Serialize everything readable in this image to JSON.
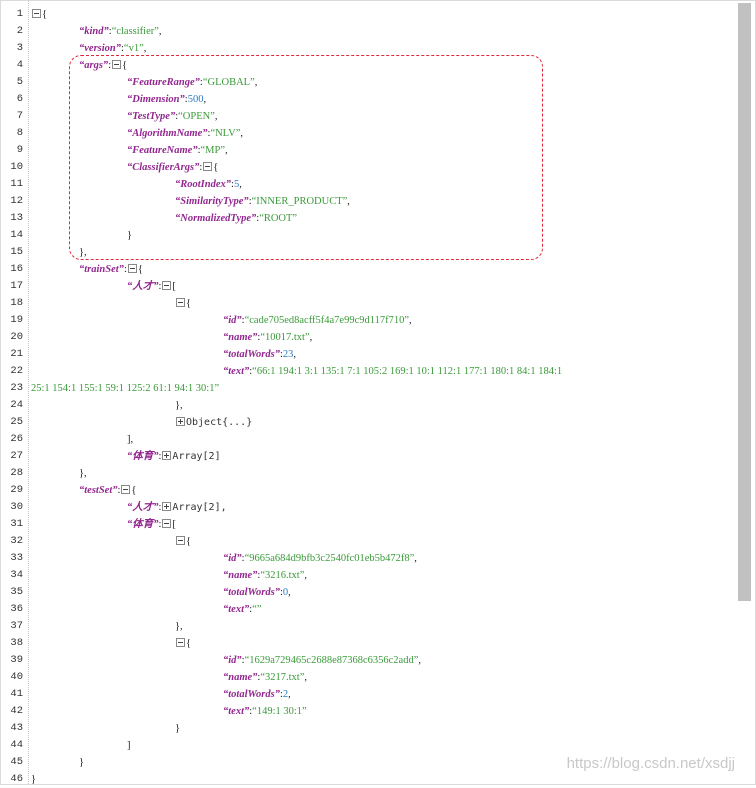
{
  "watermark": "https://blog.csdn.net/xsdjj",
  "colors": {
    "key": "#92278f",
    "string": "#3a9a3a",
    "number": "#2a7ac9",
    "highlight_border": "#e0283a"
  },
  "lines": [
    {
      "n": "1",
      "indent": 0,
      "tokens": [
        {
          "t": "tg",
          "v": "minus"
        },
        {
          "t": "p",
          "v": "{"
        }
      ]
    },
    {
      "n": "2",
      "indent": 1,
      "tokens": [
        {
          "t": "k",
          "v": "“kind”"
        },
        {
          "t": "p",
          "v": ":"
        },
        {
          "t": "s",
          "v": "“classifier”"
        },
        {
          "t": "p",
          "v": ","
        }
      ]
    },
    {
      "n": "3",
      "indent": 1,
      "tokens": [
        {
          "t": "k",
          "v": "“version”"
        },
        {
          "t": "p",
          "v": ":"
        },
        {
          "t": "s",
          "v": "“v1”"
        },
        {
          "t": "p",
          "v": ","
        }
      ]
    },
    {
      "n": "4",
      "indent": 1,
      "tokens": [
        {
          "t": "k",
          "v": "“args”"
        },
        {
          "t": "p",
          "v": ":"
        },
        {
          "t": "tg",
          "v": "minus"
        },
        {
          "t": "p",
          "v": "{"
        }
      ]
    },
    {
      "n": "5",
      "indent": 2,
      "tokens": [
        {
          "t": "k",
          "v": "“FeatureRange”"
        },
        {
          "t": "p",
          "v": ":"
        },
        {
          "t": "s",
          "v": "“GLOBAL”"
        },
        {
          "t": "p",
          "v": ","
        }
      ]
    },
    {
      "n": "6",
      "indent": 2,
      "tokens": [
        {
          "t": "k",
          "v": "“Dimension”"
        },
        {
          "t": "p",
          "v": ":"
        },
        {
          "t": "n",
          "v": "500"
        },
        {
          "t": "p",
          "v": ","
        }
      ]
    },
    {
      "n": "7",
      "indent": 2,
      "tokens": [
        {
          "t": "k",
          "v": "“TestType”"
        },
        {
          "t": "p",
          "v": ":"
        },
        {
          "t": "s",
          "v": "“OPEN”"
        },
        {
          "t": "p",
          "v": ","
        }
      ]
    },
    {
      "n": "8",
      "indent": 2,
      "tokens": [
        {
          "t": "k",
          "v": "“AlgorithmName”"
        },
        {
          "t": "p",
          "v": ":"
        },
        {
          "t": "s",
          "v": "“NLV”"
        },
        {
          "t": "p",
          "v": ","
        }
      ]
    },
    {
      "n": "9",
      "indent": 2,
      "tokens": [
        {
          "t": "k",
          "v": "“FeatureName”"
        },
        {
          "t": "p",
          "v": ":"
        },
        {
          "t": "s",
          "v": "“MP”"
        },
        {
          "t": "p",
          "v": ","
        }
      ]
    },
    {
      "n": "10",
      "indent": 2,
      "tokens": [
        {
          "t": "k",
          "v": "“ClassifierArgs”"
        },
        {
          "t": "p",
          "v": ":"
        },
        {
          "t": "tg",
          "v": "minus"
        },
        {
          "t": "p",
          "v": "{"
        }
      ]
    },
    {
      "n": "11",
      "indent": 3,
      "tokens": [
        {
          "t": "k",
          "v": "“RootIndex”"
        },
        {
          "t": "p",
          "v": ":"
        },
        {
          "t": "n",
          "v": "5"
        },
        {
          "t": "p",
          "v": ","
        }
      ]
    },
    {
      "n": "12",
      "indent": 3,
      "tokens": [
        {
          "t": "k",
          "v": "“SimilarityType”"
        },
        {
          "t": "p",
          "v": ":"
        },
        {
          "t": "s",
          "v": "“INNER_PRODUCT”"
        },
        {
          "t": "p",
          "v": ","
        }
      ]
    },
    {
      "n": "13",
      "indent": 3,
      "tokens": [
        {
          "t": "k",
          "v": "“NormalizedType”"
        },
        {
          "t": "p",
          "v": ":"
        },
        {
          "t": "s",
          "v": "“ROOT”"
        }
      ]
    },
    {
      "n": "14",
      "indent": 2,
      "tokens": [
        {
          "t": "p",
          "v": "}"
        }
      ]
    },
    {
      "n": "15",
      "indent": 1,
      "tokens": [
        {
          "t": "p",
          "v": "},"
        }
      ]
    },
    {
      "n": "16",
      "indent": 1,
      "tokens": [
        {
          "t": "k",
          "v": "“trainSet”"
        },
        {
          "t": "p",
          "v": ":"
        },
        {
          "t": "tg",
          "v": "minus"
        },
        {
          "t": "p",
          "v": "{"
        }
      ]
    },
    {
      "n": "17",
      "indent": 2,
      "tokens": [
        {
          "t": "k",
          "v": "“人才”"
        },
        {
          "t": "p",
          "v": ":"
        },
        {
          "t": "tg",
          "v": "minus"
        },
        {
          "t": "p",
          "v": "["
        }
      ]
    },
    {
      "n": "18",
      "indent": 3,
      "tokens": [
        {
          "t": "tg",
          "v": "minus"
        },
        {
          "t": "p",
          "v": "{"
        }
      ]
    },
    {
      "n": "19",
      "indent": 4,
      "tokens": [
        {
          "t": "k",
          "v": "“id”"
        },
        {
          "t": "p",
          "v": ":"
        },
        {
          "t": "s",
          "v": "“cade705ed8acff5f4a7e99c9d117f710”"
        },
        {
          "t": "p",
          "v": ","
        }
      ]
    },
    {
      "n": "20",
      "indent": 4,
      "tokens": [
        {
          "t": "k",
          "v": "“name”"
        },
        {
          "t": "p",
          "v": ":"
        },
        {
          "t": "s",
          "v": "“10017.txt”"
        },
        {
          "t": "p",
          "v": ","
        }
      ]
    },
    {
      "n": "21",
      "indent": 4,
      "tokens": [
        {
          "t": "k",
          "v": "“totalWords”"
        },
        {
          "t": "p",
          "v": ":"
        },
        {
          "t": "n",
          "v": "23"
        },
        {
          "t": "p",
          "v": ","
        }
      ]
    },
    {
      "n": "22",
      "indent": 4,
      "tokens": [
        {
          "t": "k",
          "v": "“text”"
        },
        {
          "t": "p",
          "v": ":"
        },
        {
          "t": "s",
          "v": "“66:1 194:1 3:1 135:1 7:1 105:2 169:1 10:1 112:1 177:1 180:1 84:1 184:1"
        }
      ]
    },
    {
      "n": "23",
      "indent": -1,
      "tokens": [
        {
          "t": "s",
          "v": "25:1 154:1 155:1 59:1 125:2 61:1 94:1 30:1”"
        }
      ]
    },
    {
      "n": "24",
      "indent": 3,
      "tokens": [
        {
          "t": "p",
          "v": "},"
        }
      ]
    },
    {
      "n": "25",
      "indent": 3,
      "tokens": [
        {
          "t": "tg",
          "v": "plus"
        },
        {
          "t": "t",
          "v": "Object{...}"
        }
      ]
    },
    {
      "n": "26",
      "indent": 2,
      "tokens": [
        {
          "t": "p",
          "v": "],"
        }
      ]
    },
    {
      "n": "27",
      "indent": 2,
      "tokens": [
        {
          "t": "k",
          "v": "“体育”"
        },
        {
          "t": "p",
          "v": ":"
        },
        {
          "t": "tg",
          "v": "plus"
        },
        {
          "t": "t",
          "v": "Array[2]"
        }
      ]
    },
    {
      "n": "28",
      "indent": 1,
      "tokens": [
        {
          "t": "p",
          "v": "},"
        }
      ]
    },
    {
      "n": "29",
      "indent": 1,
      "tokens": [
        {
          "t": "k",
          "v": "“testSet”"
        },
        {
          "t": "p",
          "v": ":"
        },
        {
          "t": "tg",
          "v": "minus"
        },
        {
          "t": "p",
          "v": "{"
        }
      ]
    },
    {
      "n": "30",
      "indent": 2,
      "tokens": [
        {
          "t": "k",
          "v": "“人才”"
        },
        {
          "t": "p",
          "v": ":"
        },
        {
          "t": "tg",
          "v": "plus"
        },
        {
          "t": "t",
          "v": "Array[2],"
        }
      ]
    },
    {
      "n": "31",
      "indent": 2,
      "tokens": [
        {
          "t": "k",
          "v": "“体育”"
        },
        {
          "t": "p",
          "v": ":"
        },
        {
          "t": "tg",
          "v": "minus"
        },
        {
          "t": "p",
          "v": "["
        }
      ]
    },
    {
      "n": "32",
      "indent": 3,
      "tokens": [
        {
          "t": "tg",
          "v": "minus"
        },
        {
          "t": "p",
          "v": "{"
        }
      ]
    },
    {
      "n": "33",
      "indent": 4,
      "tokens": [
        {
          "t": "k",
          "v": "“id”"
        },
        {
          "t": "p",
          "v": ":"
        },
        {
          "t": "s",
          "v": "“9665a684d9bfb3c2540fc01eb5b472f8”"
        },
        {
          "t": "p",
          "v": ","
        }
      ]
    },
    {
      "n": "34",
      "indent": 4,
      "tokens": [
        {
          "t": "k",
          "v": "“name”"
        },
        {
          "t": "p",
          "v": ":"
        },
        {
          "t": "s",
          "v": "“3216.txt”"
        },
        {
          "t": "p",
          "v": ","
        }
      ]
    },
    {
      "n": "35",
      "indent": 4,
      "tokens": [
        {
          "t": "k",
          "v": "“totalWords”"
        },
        {
          "t": "p",
          "v": ":"
        },
        {
          "t": "n",
          "v": "0"
        },
        {
          "t": "p",
          "v": ","
        }
      ]
    },
    {
      "n": "36",
      "indent": 4,
      "tokens": [
        {
          "t": "k",
          "v": "“text”"
        },
        {
          "t": "p",
          "v": ":"
        },
        {
          "t": "s",
          "v": "“”"
        }
      ]
    },
    {
      "n": "37",
      "indent": 3,
      "tokens": [
        {
          "t": "p",
          "v": "},"
        }
      ]
    },
    {
      "n": "38",
      "indent": 3,
      "tokens": [
        {
          "t": "tg",
          "v": "minus"
        },
        {
          "t": "p",
          "v": "{"
        }
      ]
    },
    {
      "n": "39",
      "indent": 4,
      "tokens": [
        {
          "t": "k",
          "v": "“id”"
        },
        {
          "t": "p",
          "v": ":"
        },
        {
          "t": "s",
          "v": "“1629a729465c2688e87368c6356c2add”"
        },
        {
          "t": "p",
          "v": ","
        }
      ]
    },
    {
      "n": "40",
      "indent": 4,
      "tokens": [
        {
          "t": "k",
          "v": "“name”"
        },
        {
          "t": "p",
          "v": ":"
        },
        {
          "t": "s",
          "v": "“3217.txt”"
        },
        {
          "t": "p",
          "v": ","
        }
      ]
    },
    {
      "n": "41",
      "indent": 4,
      "tokens": [
        {
          "t": "k",
          "v": "“totalWords”"
        },
        {
          "t": "p",
          "v": ":"
        },
        {
          "t": "n",
          "v": "2"
        },
        {
          "t": "p",
          "v": ","
        }
      ]
    },
    {
      "n": "42",
      "indent": 4,
      "tokens": [
        {
          "t": "k",
          "v": "“text”"
        },
        {
          "t": "p",
          "v": ":"
        },
        {
          "t": "s",
          "v": "“149:1 30:1”"
        }
      ]
    },
    {
      "n": "43",
      "indent": 3,
      "tokens": [
        {
          "t": "p",
          "v": "}"
        }
      ]
    },
    {
      "n": "44",
      "indent": 2,
      "tokens": [
        {
          "t": "p",
          "v": "]"
        }
      ]
    },
    {
      "n": "45",
      "indent": 1,
      "tokens": [
        {
          "t": "p",
          "v": "}"
        }
      ]
    },
    {
      "n": "46",
      "indent": 0,
      "tokens": [
        {
          "t": "p",
          "v": "}"
        }
      ]
    }
  ]
}
